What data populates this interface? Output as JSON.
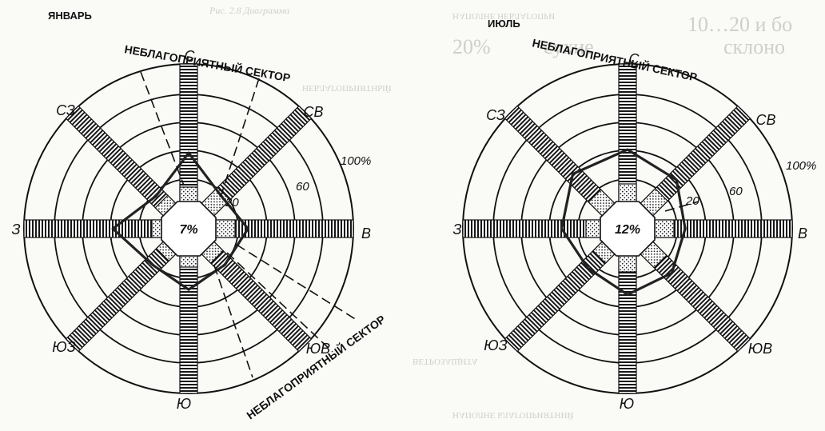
{
  "background_text": {
    "caption_top": "Рис. 2.8 Диаграмма",
    "lines_right": [
      "10…20 и бо",
      "20%",
      "сухие",
      "склоно"
    ],
    "mirror_labels": [
      "НАПОЛНЕ НЕБЛАГОПРИ",
      "НЕБЛАГОПРИЯТНЫЙ",
      "ВЕТРОЗАЩИТА",
      "НАПОЛНЕ БЛАГОПРИЯТНИЙ"
    ]
  },
  "diagrams": [
    {
      "month": "ЯНВАРЬ",
      "center_value": "7%",
      "directions": {
        "n": "С",
        "ne": "СВ",
        "e": "В",
        "se": "ЮВ",
        "s": "Ю",
        "sw": "ЮЗ",
        "w": "З",
        "nw": "СЗ"
      },
      "scale_labels": {
        "inner": "20",
        "middle": "60",
        "outer": "100%"
      },
      "sector_labels": {
        "top": "НЕБЛАГОПРИЯТНЫЙ СЕКТОР",
        "bottom": "НЕБЛАГОПРИЯТНЫЙ СЕКТОР"
      },
      "wind_rose": [
        0.46,
        0.28,
        0.36,
        0.31,
        0.37,
        0.31,
        0.46,
        0.28
      ]
    },
    {
      "month": "ИЮЛЬ",
      "center_value": "12%",
      "directions": {
        "n": "С",
        "ne": "СВ",
        "e": "В",
        "se": "ЮВ",
        "s": "Ю",
        "sw": "ЮЗ",
        "w": "З",
        "nw": "СЗ"
      },
      "scale_labels": {
        "inner": "20",
        "middle": "60",
        "outer": "100%"
      },
      "sector_labels": {
        "top": "НЕБЛАГОПРИЯТНЫЙ СЕКТОР"
      },
      "wind_rose": [
        0.48,
        0.42,
        0.35,
        0.38,
        0.4,
        0.34,
        0.4,
        0.47
      ]
    }
  ]
}
